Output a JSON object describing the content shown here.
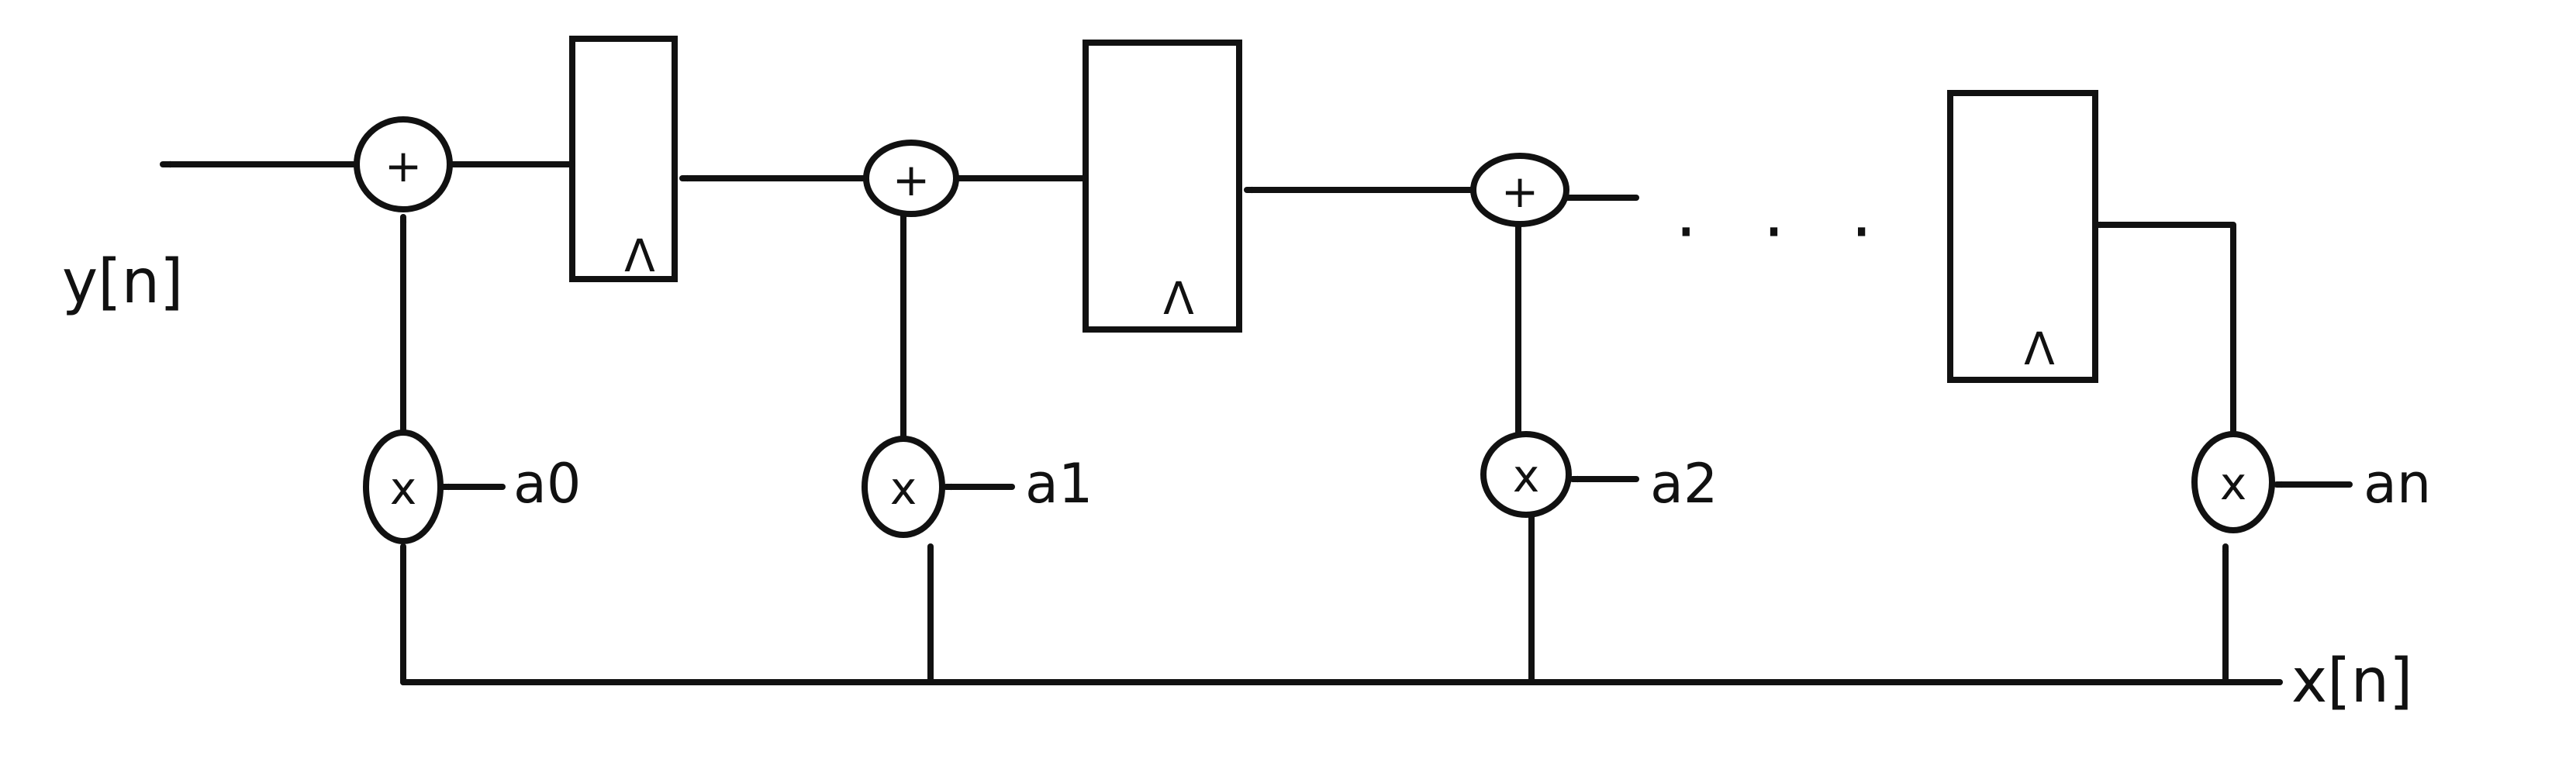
{
  "diagram": {
    "output_label": "y[n]",
    "input_label": "x[n]",
    "ellipsis": "· · ·",
    "adder_symbol": "+",
    "multiplier_symbol": "x",
    "coefficients": [
      "a0",
      "a1",
      "a2",
      "an"
    ],
    "clock_mark": "Λ"
  }
}
